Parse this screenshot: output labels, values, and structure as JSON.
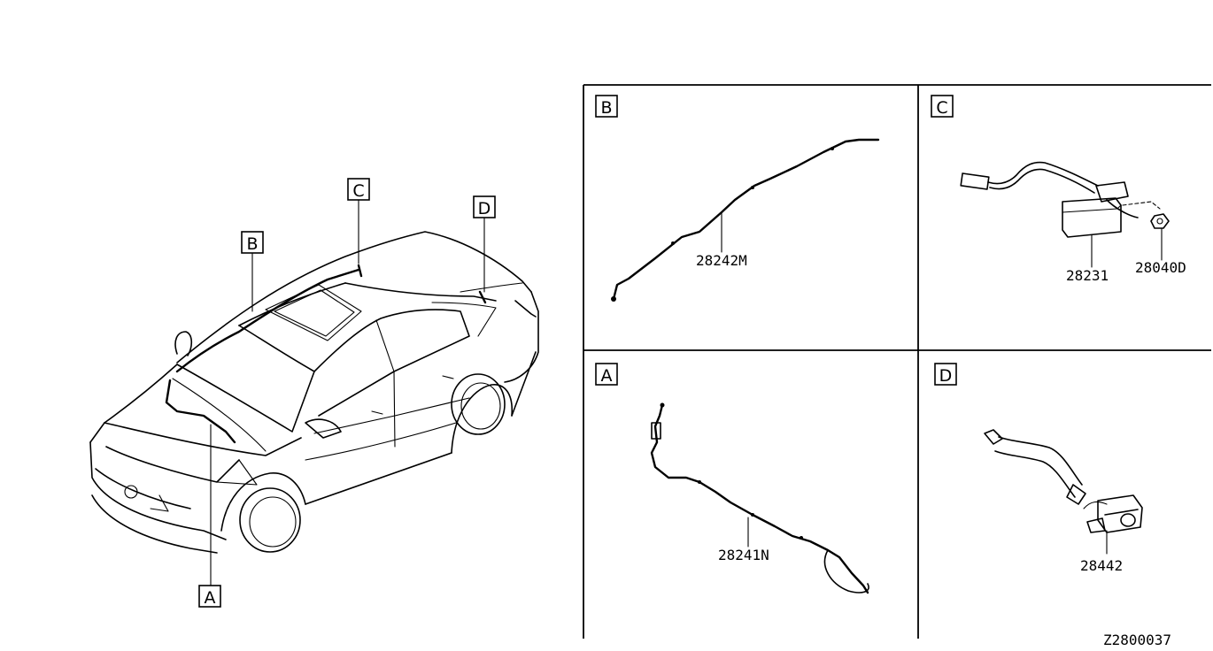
{
  "callouts": {
    "car_a": "A",
    "car_b": "B",
    "car_c": "C",
    "car_d": "D"
  },
  "panels": {
    "b": {
      "tag": "B",
      "part": "28242M"
    },
    "c": {
      "tag": "C",
      "part_module": "28231",
      "part_nut": "28040D"
    },
    "a": {
      "tag": "A",
      "part": "28241N"
    },
    "d": {
      "tag": "D",
      "part": "28442"
    }
  },
  "diagram_id": "Z2800037"
}
